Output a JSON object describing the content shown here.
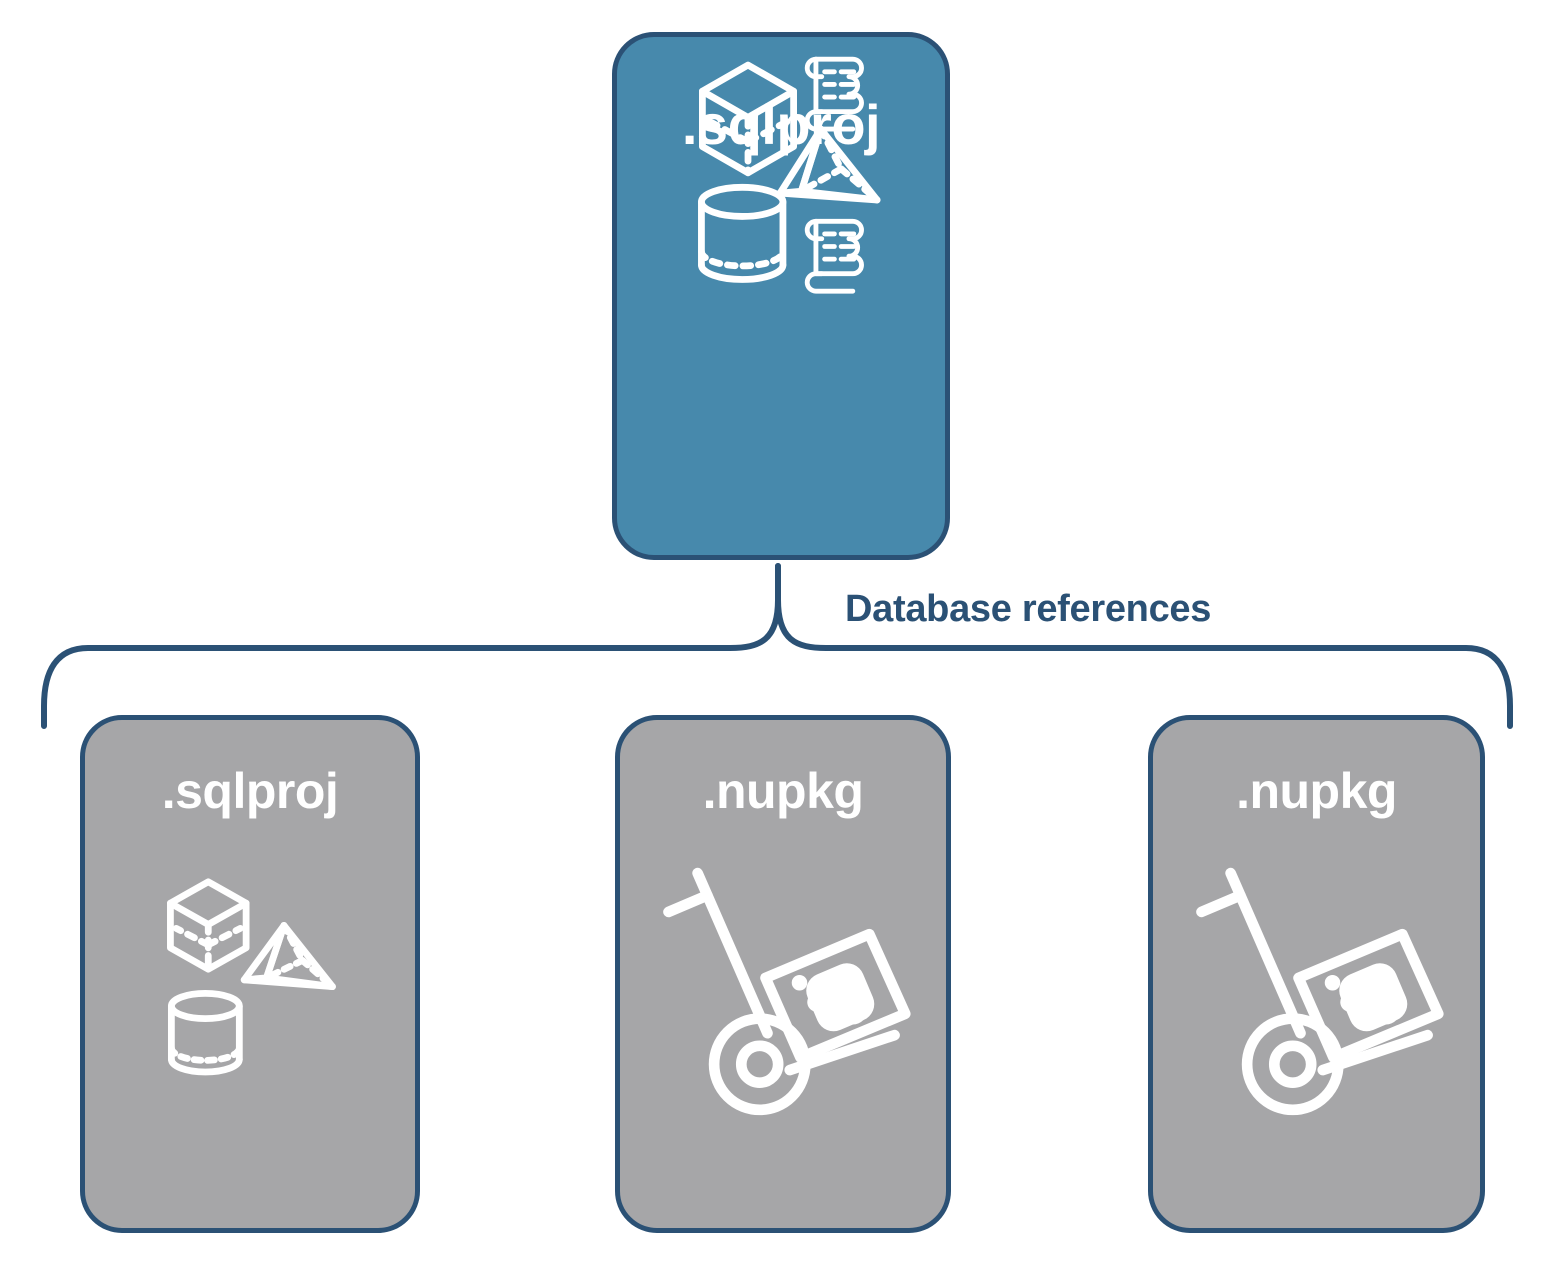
{
  "diagram": {
    "title_text": "Database references",
    "colors": {
      "primary_fill": "#4789ac",
      "secondary_fill": "#a6a6a8",
      "stroke": "#2b5175",
      "icon": "#ffffff",
      "background": "#ffffff"
    },
    "connector": {
      "name": "curly-brace-connector",
      "label": "Database references",
      "label_color": "#2b5175",
      "from": "sqlproj-root-node",
      "to": [
        "sqlproj-reference-node",
        "nupkg-reference-node-1",
        "nupkg-reference-node-2"
      ]
    },
    "root": {
      "id": "sqlproj-root-node",
      "label": ".sqlproj",
      "fill": "#4789ac",
      "icons": [
        "cube-icon",
        "script-scroll-icon",
        "pyramid-icon",
        "cylinder-icon",
        "script-scroll-icon"
      ]
    },
    "children": [
      {
        "id": "sqlproj-reference-node",
        "label": ".sqlproj",
        "fill": "#a6a6a8",
        "icons": [
          "cube-icon",
          "pyramid-icon",
          "cylinder-icon"
        ]
      },
      {
        "id": "nupkg-reference-node-1",
        "label": ".nupkg",
        "fill": "#a6a6a8",
        "icons": [
          "hand-truck-package-icon"
        ]
      },
      {
        "id": "nupkg-reference-node-2",
        "label": ".nupkg",
        "fill": "#a6a6a8",
        "icons": [
          "hand-truck-package-icon"
        ]
      }
    ]
  }
}
